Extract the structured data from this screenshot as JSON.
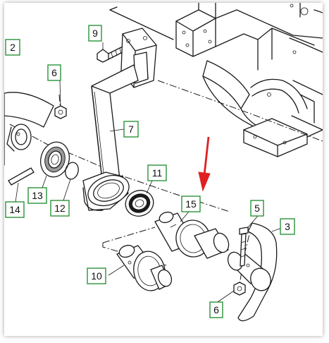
{
  "callouts": [
    {
      "id": "c2",
      "label": "2"
    },
    {
      "id": "c9",
      "label": "9"
    },
    {
      "id": "c6a",
      "label": "6"
    },
    {
      "id": "c7",
      "label": "7"
    },
    {
      "id": "c11",
      "label": "11"
    },
    {
      "id": "c13",
      "label": "13"
    },
    {
      "id": "c12",
      "label": "12"
    },
    {
      "id": "c14",
      "label": "14"
    },
    {
      "id": "c15",
      "label": "15"
    },
    {
      "id": "c5",
      "label": "5"
    },
    {
      "id": "c3",
      "label": "3"
    },
    {
      "id": "c10",
      "label": "10"
    },
    {
      "id": "c6b",
      "label": "6"
    }
  ],
  "colors": {
    "callout_border": "#1a8a2a",
    "arrow": "#e02020",
    "line": "#1a1a1a"
  }
}
